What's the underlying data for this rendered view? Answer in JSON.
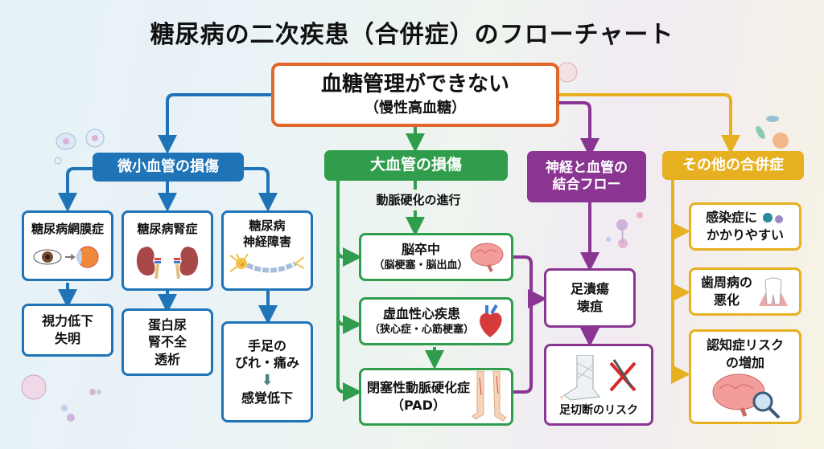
{
  "title": "糖尿病の二次疾患（合併症）のフローチャート",
  "root": {
    "line1": "血糖管理ができない",
    "line2": "（慢性高血糖）",
    "color": "#e2662a"
  },
  "branches": {
    "micro": {
      "header": "微小血管の損傷",
      "color": "#1f74b8",
      "items": [
        {
          "title": "糖尿病網膜症",
          "icon": "eye-retina-icon",
          "result": [
            "視力低下",
            "失明"
          ]
        },
        {
          "title": "糖尿病腎症",
          "icon": "kidneys-icon",
          "result": [
            "蛋白尿",
            "腎不全",
            "透析"
          ]
        },
        {
          "title": [
            "糖尿病",
            "神経障害"
          ],
          "icon": "neuron-icon",
          "result": [
            "手足の",
            "びれ・痛み",
            "感覚低下"
          ]
        }
      ]
    },
    "macro": {
      "header": "大血管の損傷",
      "color": "#2f9d4c",
      "progress_label": "動脈硬化の進行",
      "items": [
        {
          "title": "脳卒中",
          "sub": "（脳梗塞・脳出血）",
          "icon": "brain-icon"
        },
        {
          "title": "虚血性心疾患",
          "sub": "（狭心症・心筋梗塞）",
          "icon": "heart-icon"
        },
        {
          "title": "閉塞性動脈硬化症",
          "sub": "（PAD）",
          "icon": "legs-icon"
        }
      ]
    },
    "combined": {
      "header": [
        "神経と血管の",
        "結合フロー"
      ],
      "color": "#8a3592",
      "items": [
        {
          "lines": [
            "足潰瘍",
            "壊疽"
          ]
        },
        {
          "lines": [
            "足切断のリスク"
          ],
          "icon": "bandaged-foot-icon"
        }
      ]
    },
    "other": {
      "header": "その他の合併症",
      "color": "#e7b020",
      "items": [
        {
          "lines": [
            "感染症に",
            "かかりやすい"
          ],
          "icon": "virus-icon"
        },
        {
          "lines": [
            "歯周病の",
            "悪化"
          ],
          "icon": "tooth-icon"
        },
        {
          "lines": [
            "認知症リスク",
            "の増加"
          ],
          "icon": "brain-magnifier-icon"
        }
      ]
    }
  }
}
